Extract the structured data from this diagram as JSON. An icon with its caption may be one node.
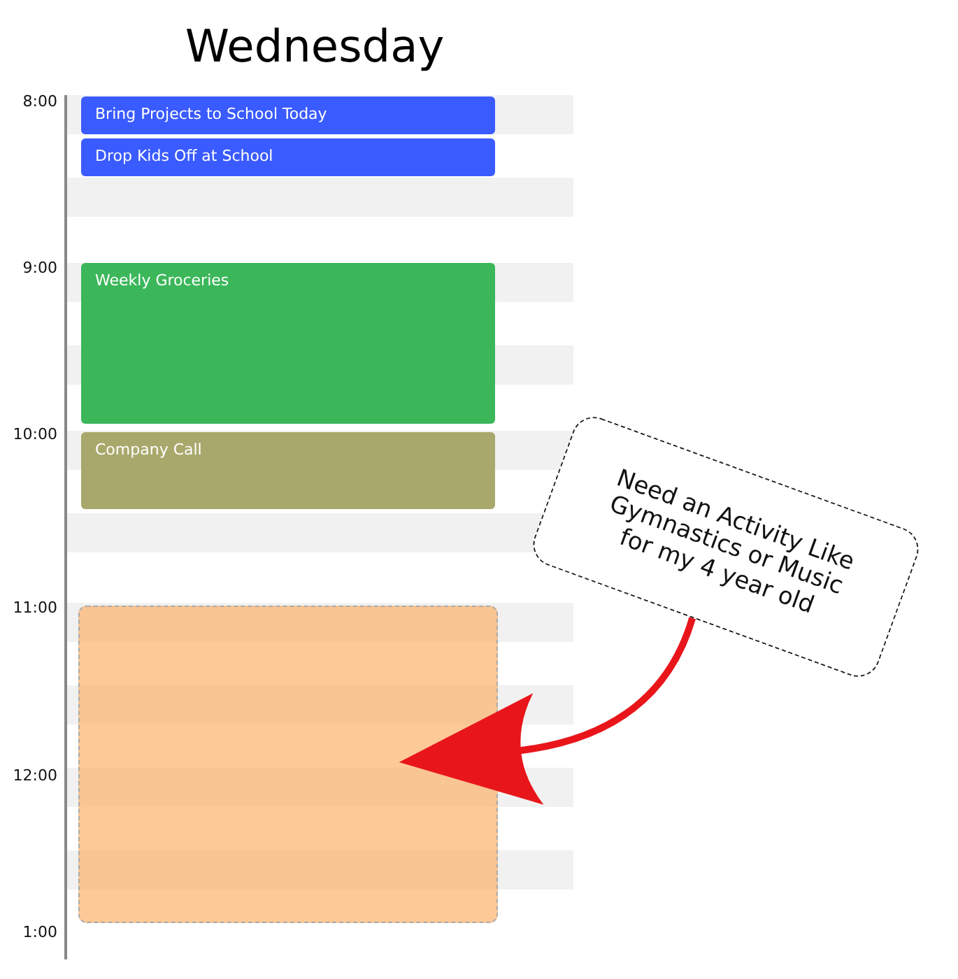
{
  "diagram": {
    "title": "Wednesday",
    "nodes": [
      {
        "text": [
          "Bring Projects to School Today"
        ]
      },
      {
        "text": [
          "Drop Kids Off at School"
        ]
      },
      {
        "text": [
          "Weekly Groceries"
        ]
      },
      {
        "text": [
          "Company Call"
        ]
      },
      {
        "text": [
          "Need an Activity Like Gymnastics or Music for my 4 year old"
        ]
      },
      {
        "text": [],
        "shape": "box"
      }
    ],
    "edges": [
      {
        "from": 4,
        "to": 5,
        "arrow": "to",
        "color": "#e8161b"
      }
    ],
    "labels": [
      "8:00",
      "9:00",
      "10:00",
      "11:00",
      "12:00",
      "1:00"
    ]
  }
}
